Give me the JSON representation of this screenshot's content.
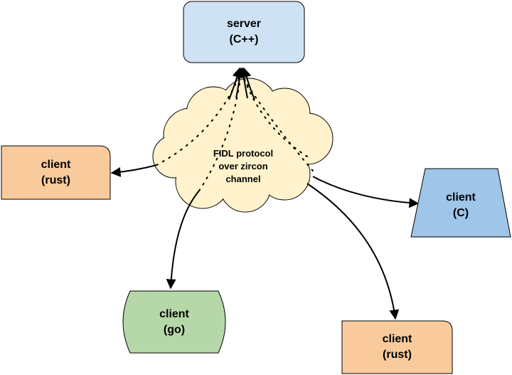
{
  "nodes": {
    "server": {
      "line1": "server",
      "line2": "(C++)",
      "fill": "#cfe2f3"
    },
    "client_rust_left": {
      "line1": "client",
      "line2": "(rust)",
      "fill": "#f9cb9c"
    },
    "client_c": {
      "line1": "client",
      "line2": "(C)",
      "fill": "#9fc5e8"
    },
    "client_go": {
      "line1": "client",
      "line2": "(go)",
      "fill": "#b6d7a8"
    },
    "client_rust_bottom": {
      "line1": "client",
      "line2": "(rust)",
      "fill": "#f9cb9c"
    }
  },
  "cloud": {
    "line1": "FIDL protocol",
    "line2": "over zircon",
    "line3": "channel",
    "fill": "#fff2cc"
  },
  "stroke": "#000000"
}
